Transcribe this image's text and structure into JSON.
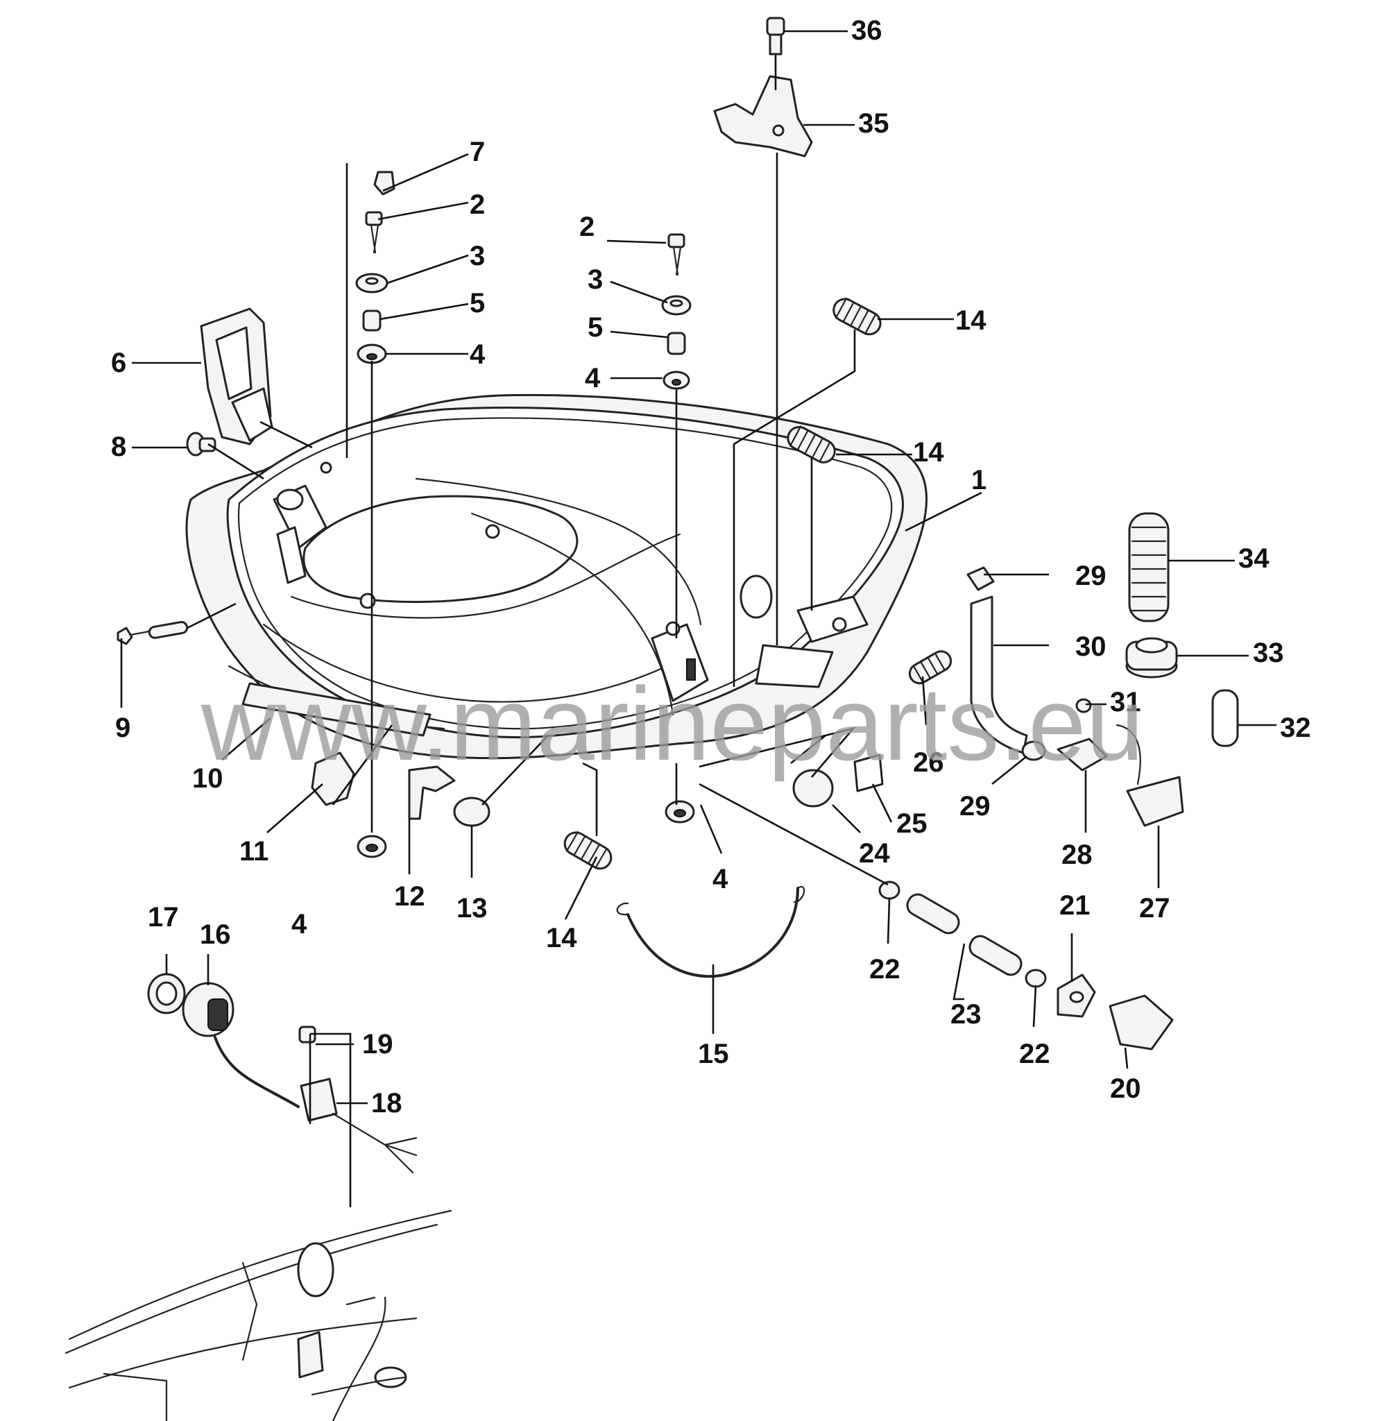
{
  "watermark": "www.marineparts.eu",
  "callouts": [
    {
      "id": "c1",
      "num": "1"
    },
    {
      "id": "c2a",
      "num": "2"
    },
    {
      "id": "c2b",
      "num": "2"
    },
    {
      "id": "c3a",
      "num": "3"
    },
    {
      "id": "c3b",
      "num": "3"
    },
    {
      "id": "c4a",
      "num": "4"
    },
    {
      "id": "c4b",
      "num": "4"
    },
    {
      "id": "c4c",
      "num": "4"
    },
    {
      "id": "c4d",
      "num": "4"
    },
    {
      "id": "c5a",
      "num": "5"
    },
    {
      "id": "c5b",
      "num": "5"
    },
    {
      "id": "c6",
      "num": "6"
    },
    {
      "id": "c7",
      "num": "7"
    },
    {
      "id": "c8",
      "num": "8"
    },
    {
      "id": "c9",
      "num": "9"
    },
    {
      "id": "c10",
      "num": "10"
    },
    {
      "id": "c11",
      "num": "11"
    },
    {
      "id": "c12",
      "num": "12"
    },
    {
      "id": "c13",
      "num": "13"
    },
    {
      "id": "c14a",
      "num": "14"
    },
    {
      "id": "c14b",
      "num": "14"
    },
    {
      "id": "c14c",
      "num": "14"
    },
    {
      "id": "c15",
      "num": "15"
    },
    {
      "id": "c16",
      "num": "16"
    },
    {
      "id": "c17",
      "num": "17"
    },
    {
      "id": "c18",
      "num": "18"
    },
    {
      "id": "c19",
      "num": "19"
    },
    {
      "id": "c20",
      "num": "20"
    },
    {
      "id": "c21",
      "num": "21"
    },
    {
      "id": "c22a",
      "num": "22"
    },
    {
      "id": "c22b",
      "num": "22"
    },
    {
      "id": "c23",
      "num": "23"
    },
    {
      "id": "c24",
      "num": "24"
    },
    {
      "id": "c25",
      "num": "25"
    },
    {
      "id": "c26",
      "num": "26"
    },
    {
      "id": "c27",
      "num": "27"
    },
    {
      "id": "c28",
      "num": "28"
    },
    {
      "id": "c29a",
      "num": "29"
    },
    {
      "id": "c29b",
      "num": "29"
    },
    {
      "id": "c30",
      "num": "30"
    },
    {
      "id": "c31",
      "num": "31"
    },
    {
      "id": "c32",
      "num": "32"
    },
    {
      "id": "c33",
      "num": "33"
    },
    {
      "id": "c34",
      "num": "34"
    },
    {
      "id": "c35",
      "num": "35"
    },
    {
      "id": "c36",
      "num": "36"
    }
  ]
}
